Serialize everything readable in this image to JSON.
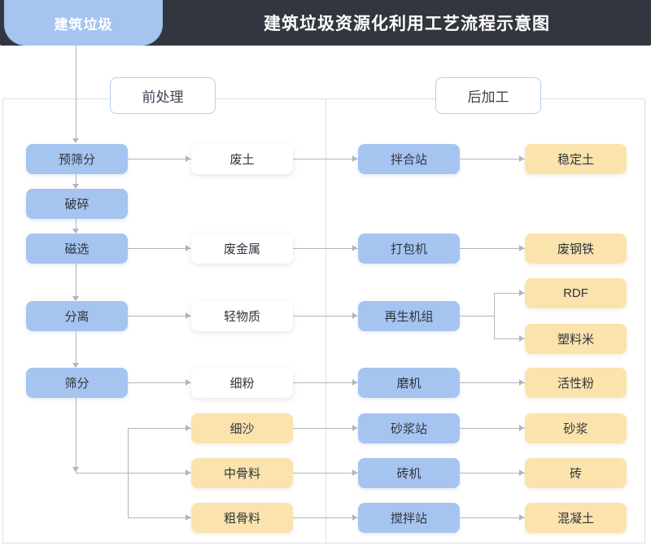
{
  "header": {
    "title": "建筑垃圾资源化利用工艺流程示意图",
    "source_tab": "建筑垃圾",
    "bar_color": "#32363f",
    "tab_color": "#a6c4f0"
  },
  "stages": [
    {
      "label": "前处理"
    },
    {
      "label": "后加工"
    }
  ],
  "colors": {
    "process": "#a6c4f0",
    "product": "#fae3ad",
    "intermediate": "#ffffff",
    "connector": "#b0b4bd",
    "frame": "#dcdcea"
  },
  "columns": [
    {
      "name": "pretreatment-process"
    },
    {
      "name": "separated-material"
    },
    {
      "name": "post-processing-equipment"
    },
    {
      "name": "final-product"
    }
  ],
  "nodes": {
    "col1": [
      {
        "id": "pre-screening",
        "label": "预筛分",
        "kind": "blue"
      },
      {
        "id": "crushing",
        "label": "破碎",
        "kind": "blue"
      },
      {
        "id": "magnetic",
        "label": "磁选",
        "kind": "blue"
      },
      {
        "id": "separation",
        "label": "分离",
        "kind": "blue"
      },
      {
        "id": "sieving",
        "label": "筛分",
        "kind": "blue"
      }
    ],
    "col2": [
      {
        "id": "waste-soil",
        "label": "废土",
        "kind": "white"
      },
      {
        "id": "waste-metal",
        "label": "废金属",
        "kind": "white"
      },
      {
        "id": "light-material",
        "label": "轻物质",
        "kind": "white"
      },
      {
        "id": "fine-powder",
        "label": "细粉",
        "kind": "white"
      },
      {
        "id": "fine-sand",
        "label": "细沙",
        "kind": "yellow"
      },
      {
        "id": "medium-aggregate",
        "label": "中骨料",
        "kind": "yellow"
      },
      {
        "id": "coarse-aggregate",
        "label": "粗骨料",
        "kind": "yellow"
      }
    ],
    "col3": [
      {
        "id": "mixing-station",
        "label": "拌合站",
        "kind": "blue"
      },
      {
        "id": "baler",
        "label": "打包机",
        "kind": "blue"
      },
      {
        "id": "recycling-unit",
        "label": "再生机组",
        "kind": "blue"
      },
      {
        "id": "grinder",
        "label": "磨机",
        "kind": "blue"
      },
      {
        "id": "mortar-station",
        "label": "砂浆站",
        "kind": "blue"
      },
      {
        "id": "brick-machine",
        "label": "砖机",
        "kind": "blue"
      },
      {
        "id": "concrete-station",
        "label": "搅拌站",
        "kind": "blue"
      }
    ],
    "col4": [
      {
        "id": "stabilized-soil",
        "label": "稳定土",
        "kind": "yellow"
      },
      {
        "id": "scrap-steel",
        "label": "废钢铁",
        "kind": "yellow"
      },
      {
        "id": "rdf",
        "label": "RDF",
        "kind": "yellow"
      },
      {
        "id": "plastic-pellet",
        "label": "塑料米",
        "kind": "yellow"
      },
      {
        "id": "active-powder",
        "label": "活性粉",
        "kind": "yellow"
      },
      {
        "id": "mortar",
        "label": "砂浆",
        "kind": "yellow"
      },
      {
        "id": "brick",
        "label": "砖",
        "kind": "yellow"
      },
      {
        "id": "concrete",
        "label": "混凝土",
        "kind": "yellow"
      }
    ]
  }
}
